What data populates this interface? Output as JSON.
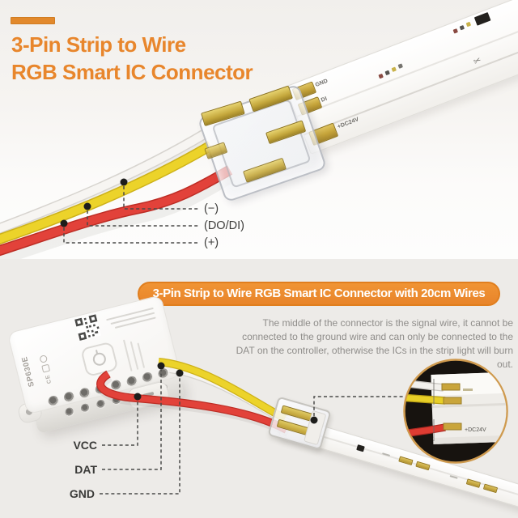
{
  "colors": {
    "accent_orange": "#e8862c",
    "banner_orange": "#ed8a2e",
    "wire_red": "#df3c32",
    "wire_yellow": "#eAd028",
    "wire_white": "#f6f4f1",
    "gold_pad": "#c5a339",
    "note_gray": "#8f8d8a",
    "background_top": "#f2f0ed",
    "background_bottom": "#edebe8",
    "inset_border": "#cf9a4e"
  },
  "top_section": {
    "title": {
      "line1": "3-Pin Strip to Wire",
      "line2": "RGB Smart IC Connector"
    },
    "led_strip": {
      "pad_gnd": "GND",
      "pad_di": "DI",
      "pad_power": "+DC24V"
    },
    "callouts": [
      {
        "id": "negative",
        "label": "(−)"
      },
      {
        "id": "signal",
        "label": "(DO/DI)"
      },
      {
        "id": "positive",
        "label": "(+)"
      }
    ]
  },
  "bottom_section": {
    "banner_label": "3-Pin Strip to Wire RGB Smart IC Connector with 20cm Wires",
    "note": "The middle of the connector is the signal wire, it cannot be connected to the ground wire and can only be connected to the DAT on the controller, otherwise the ICs in the strip light will burn out.",
    "controller": {
      "model": "SP630E",
      "certification": "CE"
    },
    "callouts": [
      {
        "id": "vcc",
        "label": "VCC"
      },
      {
        "id": "dat",
        "label": "DAT"
      },
      {
        "id": "gnd",
        "label": "GND"
      }
    ],
    "inset": {
      "pad_label": "+DC24V"
    }
  }
}
